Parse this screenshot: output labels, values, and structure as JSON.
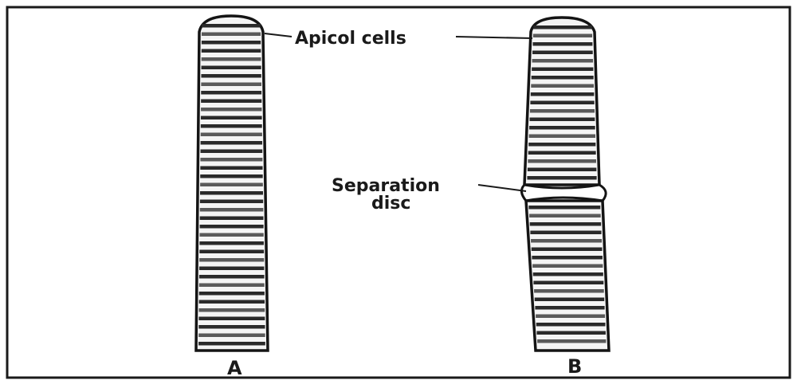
{
  "diagram": {
    "labels": {
      "apical_cells": "Apicol cells",
      "separation_disc_line1": "Separation",
      "separation_disc_line2": "disc",
      "filament_a": "A",
      "filament_b": "B"
    },
    "colors": {
      "background": "#ffffff",
      "frame": "#1a1a1a",
      "ink": "#1a1a1a",
      "paper": "#f4f4f4"
    }
  }
}
